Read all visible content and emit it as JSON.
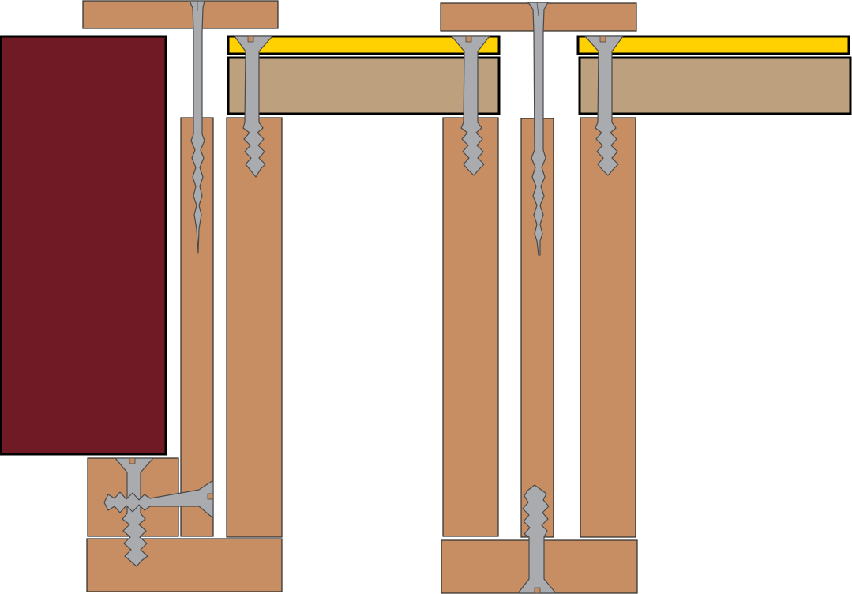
{
  "colors": {
    "background": "#ffffff",
    "wood": "#c68e62",
    "maroon_panel": "#701a25",
    "plywood": "#bda07d",
    "veneer_strip": "#ffd100",
    "screw": "#a9abae",
    "screw_slot": "#c68e62"
  },
  "parts": {
    "maroon_panel": "maroon-panel",
    "vertical_studs": "vertical-stud",
    "top_caps": "top-cap",
    "bottom_plates": "bottom-plate",
    "corner_block": "corner-block",
    "plywood_shelves": "plywood-shelf",
    "veneer_strips": "veneer-strip"
  },
  "icons": {
    "screw": "screw-icon",
    "nail": "nail-icon"
  }
}
